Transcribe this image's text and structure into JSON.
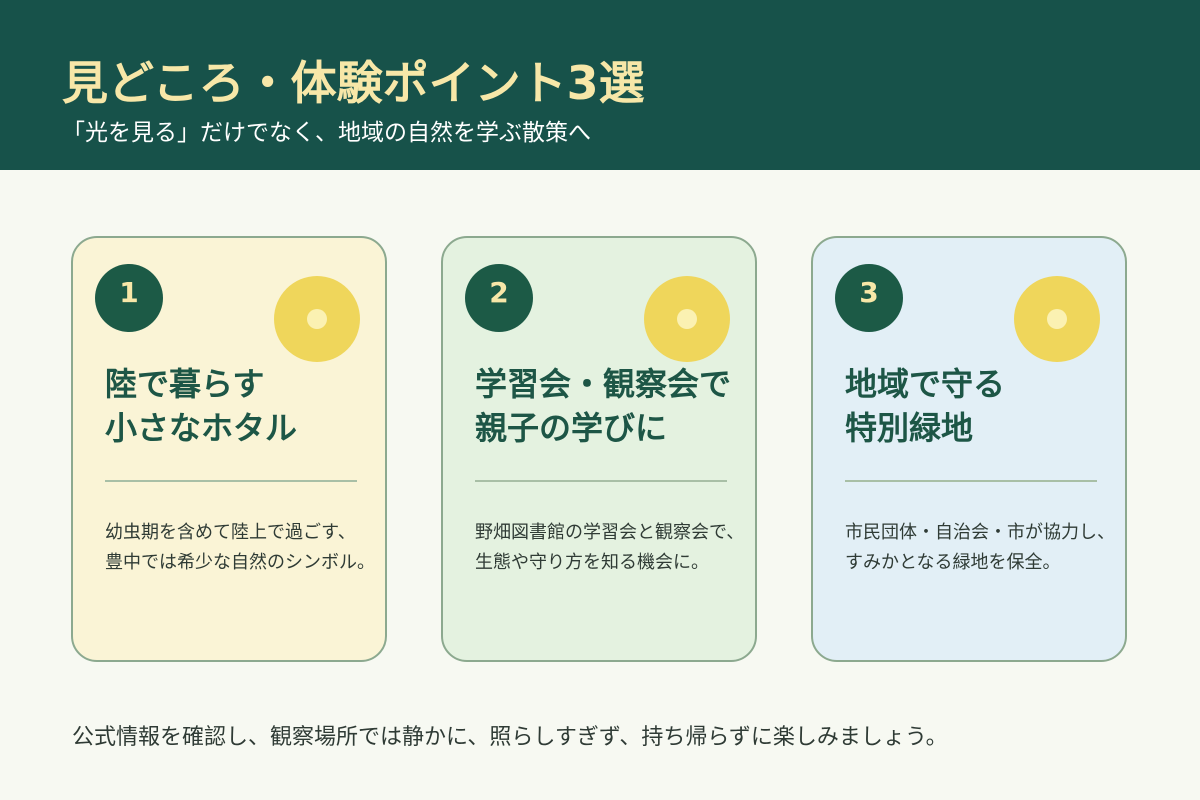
{
  "header": {
    "title": "見どころ・体験ポイント3選",
    "subtitle": "「光を見る」だけでなく、地域の自然を学ぶ散策へ"
  },
  "cards": [
    {
      "number": "1",
      "title_lines": [
        "陸で暮らす",
        "小さなホタル"
      ],
      "desc_lines": [
        "幼虫期を含めて陸上で過ごす、",
        "豊中では希少な自然のシンボル。"
      ],
      "background": "#faf4d6"
    },
    {
      "number": "2",
      "title_lines": [
        "学習会・観察会で",
        "親子の学びに"
      ],
      "desc_lines": [
        "野畑図書館の学習会と観察会で、",
        "生態や守り方を知る機会に。"
      ],
      "background": "#e4f2e0"
    },
    {
      "number": "3",
      "title_lines": [
        "地域で守る",
        "特別緑地"
      ],
      "desc_lines": [
        "市民団体・自治会・市が協力し、",
        "すみかとなる緑地を保全。"
      ],
      "background": "#e2eff6"
    }
  ],
  "footer": {
    "note": "公式情報を確認し、観察場所では静かに、照らしすぎず、持ち帰らずに楽しみましょう。"
  },
  "colors": {
    "header_bg": "#17524a",
    "title": "#f7e7a8",
    "accent_green": "#1c5a46",
    "glow": "#efd65b",
    "page_bg": "#f7f9f2"
  },
  "icons": {
    "card_glow": "firefly-glow-icon"
  }
}
